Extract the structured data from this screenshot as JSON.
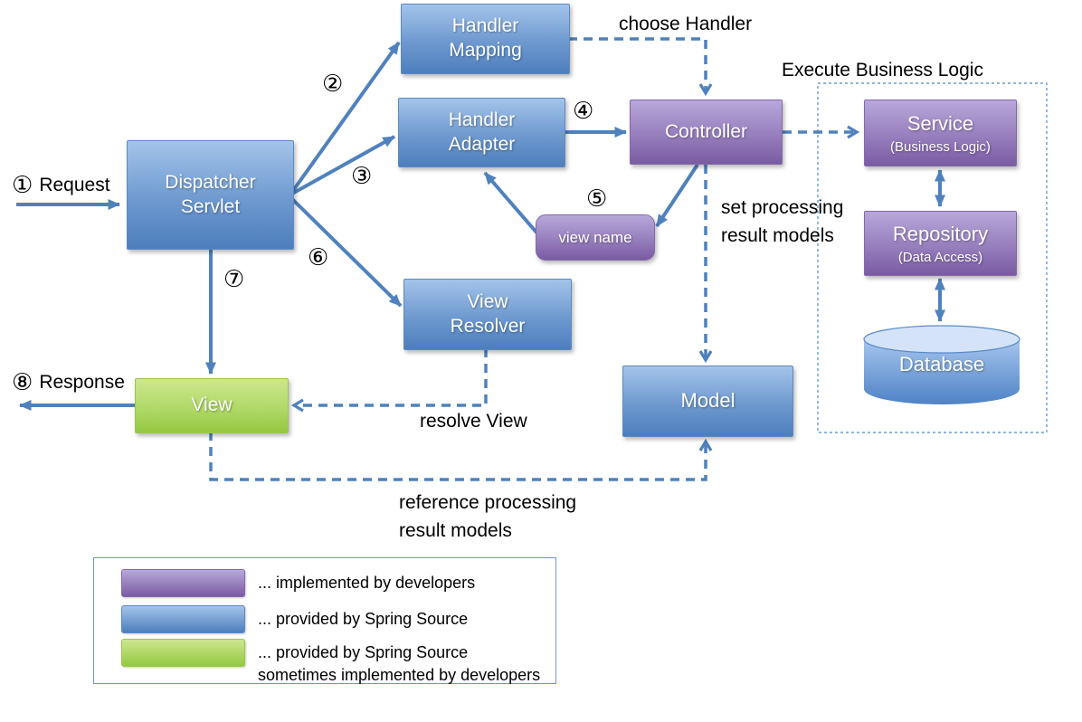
{
  "colors": {
    "arrow": "#4f81bd",
    "ink": "#000000",
    "blue_top": "#a3c4ea",
    "blue_bottom": "#4d7ebd",
    "purple_top": "#b7a8da",
    "purple_bottom": "#7a5ba3",
    "green_top": "#cde78d",
    "green_bottom": "#94c841",
    "legend_border": "#6f96cb",
    "dotted_border": "#6b9bd2"
  },
  "nodes": {
    "handler_mapping": {
      "label": "Handler\nMapping"
    },
    "handler_adapter": {
      "label": "Handler\nAdapter"
    },
    "dispatcher_servlet": {
      "label": "Dispatcher\nServlet"
    },
    "controller": {
      "label": "Controller"
    },
    "view_name": {
      "label": "view name"
    },
    "view_resolver": {
      "label": "View\nResolver"
    },
    "view": {
      "label": "View"
    },
    "model": {
      "label": "Model"
    },
    "service": {
      "title": "Service",
      "subtitle": "(Business Logic)"
    },
    "repository": {
      "title": "Repository",
      "subtitle": "(Data Access)"
    },
    "database": {
      "label": "Database"
    }
  },
  "steps": {
    "s1": "①",
    "s2": "②",
    "s3": "③",
    "s4": "④",
    "s5": "⑤",
    "s6": "⑥",
    "s7": "⑦",
    "s8": "⑧"
  },
  "labels": {
    "request": "Request",
    "response": "Response",
    "choose_handler": "choose Handler",
    "execute_business_logic": "Execute Business Logic",
    "set_processing": "set processing\nresult models",
    "resolve_view": "resolve View",
    "reference_processing": "reference processing\nresult models"
  },
  "legend": {
    "items": [
      {
        "swatch": "purple",
        "label": "... implemented by developers"
      },
      {
        "swatch": "blue",
        "label": "... provided by Spring Source"
      },
      {
        "swatch": "green",
        "label": "... provided by Spring Source\nsometimes implemented by developers"
      }
    ]
  }
}
